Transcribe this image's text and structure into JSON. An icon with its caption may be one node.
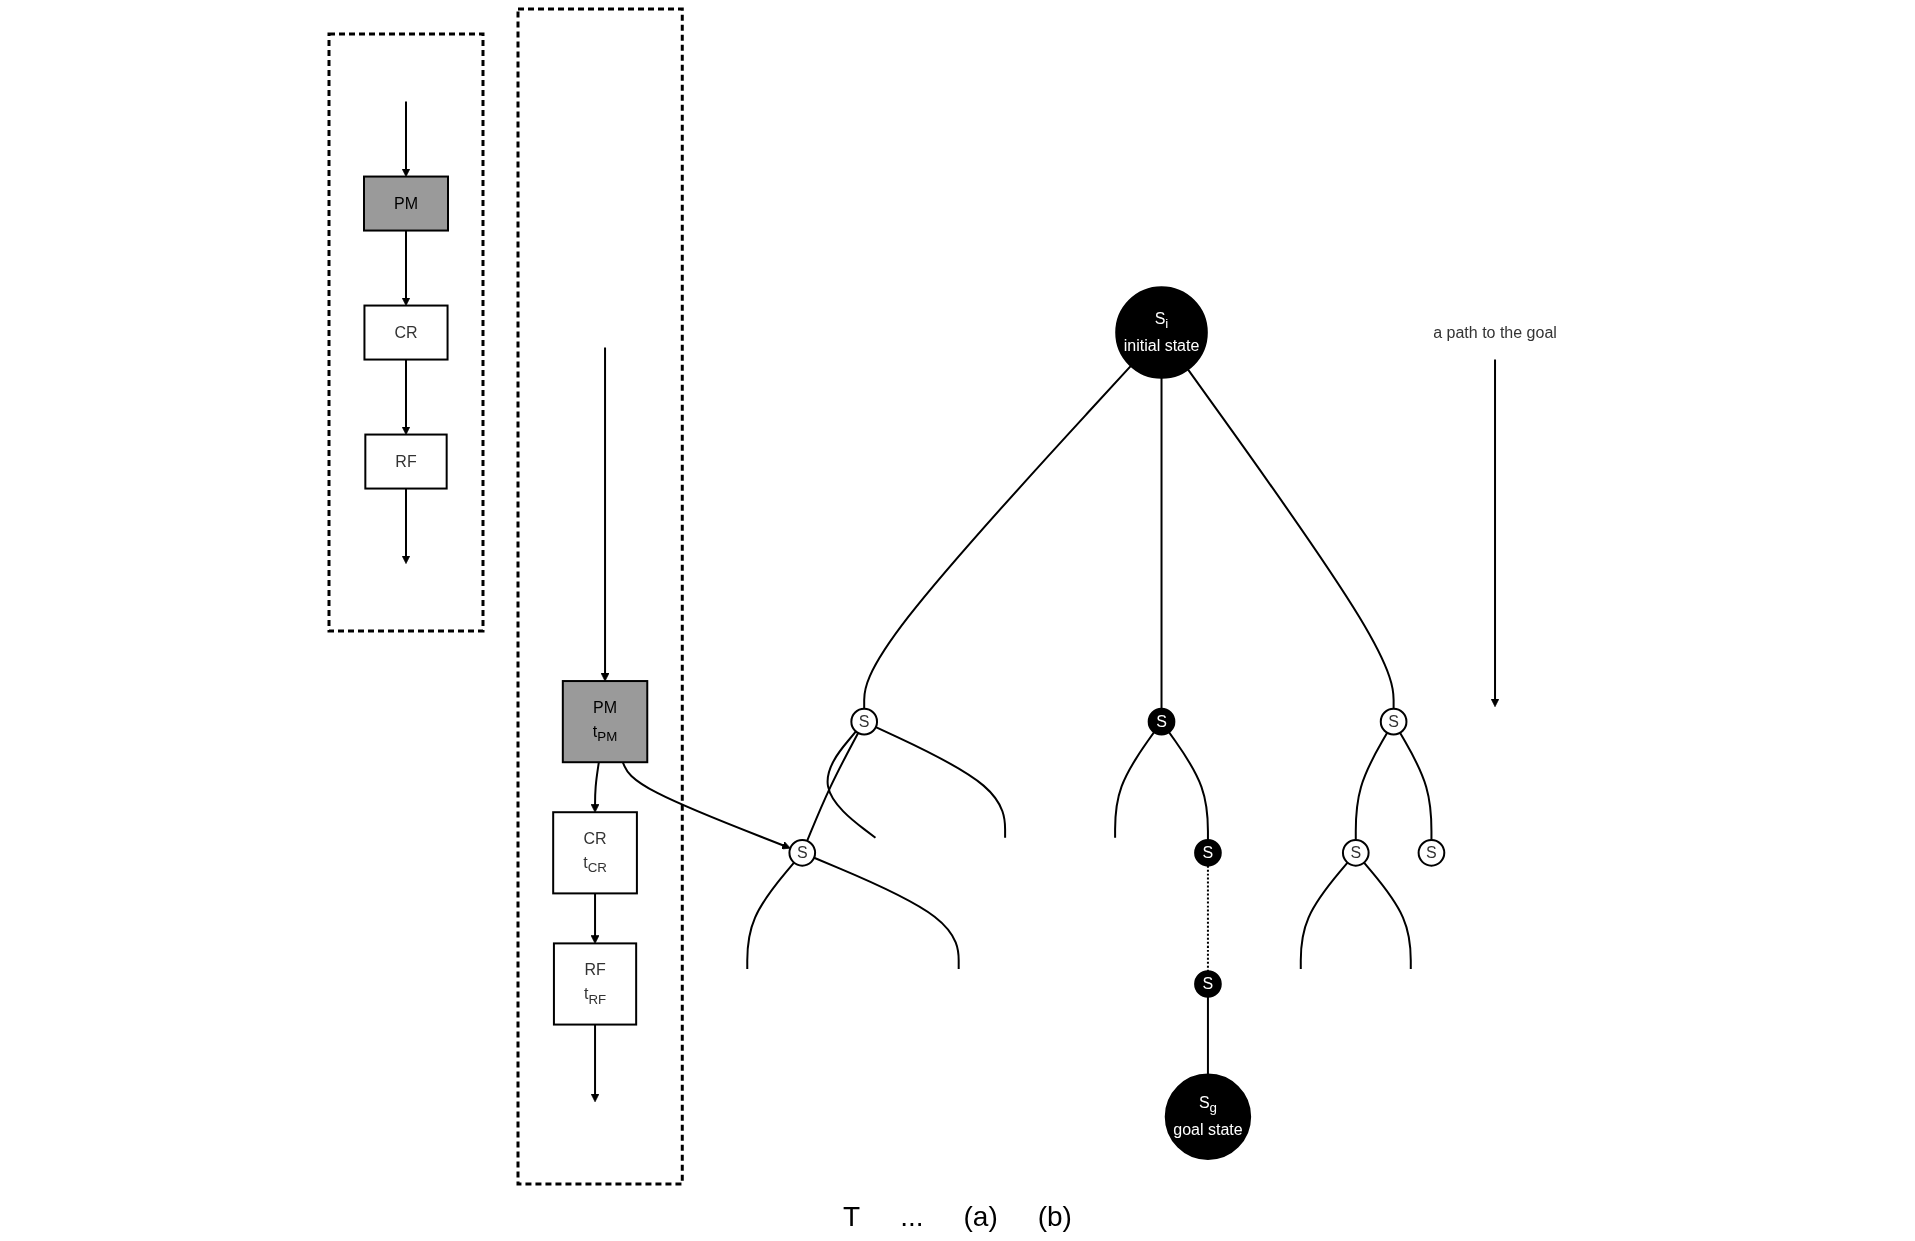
{
  "diagram": {
    "nodes": [
      {
        "text": [],
        "shape": "box"
      },
      {
        "text": [
          "PM",
          "t$_{PM}$"
        ],
        "in": 0
      },
      {
        "text": [
          "CR",
          "t$_{CR}$"
        ],
        "in": 0
      },
      {
        "text": [
          "RF",
          "t$_{RF}$"
        ],
        "in": 0
      },
      {
        "text": [
          "S$_{i}$",
          "initial state"
        ]
      },
      {
        "text": [
          "S"
        ]
      },
      {
        "text": [
          "S"
        ]
      },
      {
        "text": [
          "S"
        ]
      },
      {
        "text": [
          "S"
        ]
      },
      {
        "text": [
          "S"
        ]
      },
      {
        "text": [
          "S"
        ]
      },
      {
        "text": [
          "S"
        ]
      },
      {
        "text": [
          "S"
        ]
      },
      {
        "text": [
          "S$_{g}$",
          "goal state"
        ]
      },
      {
        "text": [
          "a path to the goal"
        ]
      },
      {
        "text": [],
        "shape": "box"
      },
      {
        "text": [
          "PM"
        ],
        "in": 15
      },
      {
        "text": [
          "CR"
        ],
        "in": 15
      },
      {
        "text": [
          "RF"
        ],
        "in": 15
      }
    ],
    "edges": [
      {
        "from": null,
        "to": 1,
        "arrow": "to"
      },
      {
        "from": 1,
        "to": 2,
        "arrow": "to"
      },
      {
        "from": 2,
        "to": 3,
        "arrow": "to"
      },
      {
        "from": 3,
        "to": null,
        "arrow": "to"
      },
      {
        "from": 1,
        "to": 8,
        "arrow": "to"
      },
      {
        "from": 4,
        "to": 5,
        "arrow": "none"
      },
      {
        "from": 4,
        "to": 6,
        "arrow": "none"
      },
      {
        "from": 4,
        "to": 7,
        "arrow": "none"
      },
      {
        "from": 5,
        "to": null,
        "arrow": "none"
      },
      {
        "from": 5,
        "to": 8,
        "arrow": "none"
      },
      {
        "from": 5,
        "to": null,
        "arrow": "none"
      },
      {
        "from": 6,
        "to": null,
        "arrow": "none"
      },
      {
        "from": 6,
        "to": 9,
        "arrow": "none"
      },
      {
        "from": 7,
        "to": 10,
        "arrow": "none"
      },
      {
        "from": 7,
        "to": 11,
        "arrow": "none"
      },
      {
        "from": 8,
        "to": null,
        "arrow": "none"
      },
      {
        "from": 8,
        "to": null,
        "arrow": "none"
      },
      {
        "from": 9,
        "to": 12,
        "arrow": "none",
        "style": "dashed"
      },
      {
        "from": 10,
        "to": null,
        "arrow": "none"
      },
      {
        "from": 10,
        "to": null,
        "arrow": "none"
      },
      {
        "from": 12,
        "to": 13,
        "arrow": "none"
      },
      {
        "from": 14,
        "to": null,
        "arrow": "to"
      },
      {
        "from": null,
        "to": 16,
        "arrow": "to"
      },
      {
        "from": 16,
        "to": 17,
        "arrow": "to"
      },
      {
        "from": 17,
        "to": 18,
        "arrow": "to"
      },
      {
        "from": 18,
        "to": null,
        "arrow": "to"
      }
    ],
    "labels": [
      "T",
      "...",
      "(a)",
      "(b)"
    ]
  }
}
